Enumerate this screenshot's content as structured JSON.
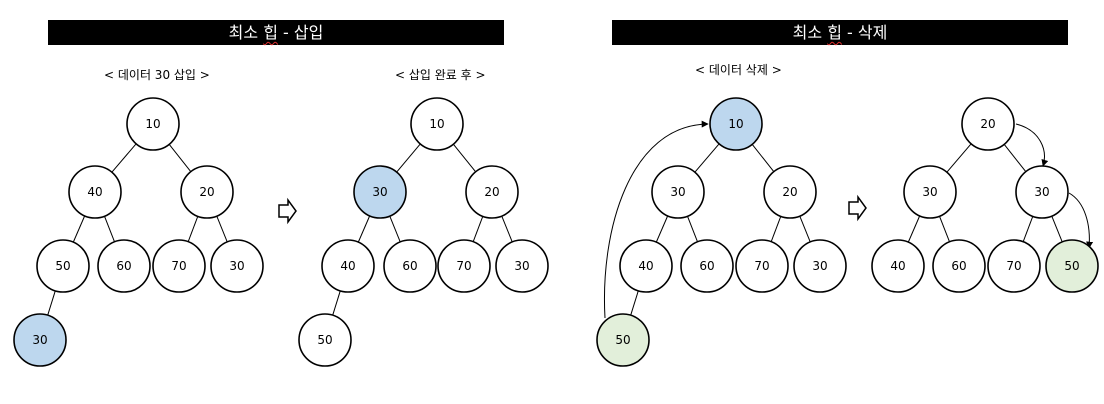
{
  "colors": {
    "plain": "#ffffff",
    "highlight_blue": "#bdd7ee",
    "highlight_green": "#e2efda"
  },
  "sections": [
    {
      "title_a": "최소 ",
      "title_b": "힙",
      "title_c": " - 삽입"
    },
    {
      "title_a": "최소 ",
      "title_b": "힙",
      "title_c": " - 삭제"
    }
  ],
  "captions": [
    "< 데이터 30 삽입 >",
    "< 삽입 완료 후 >",
    "< 데이터 삭제 >"
  ],
  "trees": [
    {
      "name": "insert-before",
      "nodes": [
        {
          "label": "10",
          "hl": ""
        },
        {
          "label": "40",
          "hl": ""
        },
        {
          "label": "20",
          "hl": ""
        },
        {
          "label": "50",
          "hl": ""
        },
        {
          "label": "60",
          "hl": ""
        },
        {
          "label": "70",
          "hl": ""
        },
        {
          "label": "30",
          "hl": ""
        },
        {
          "label": "30",
          "hl": "blue"
        }
      ]
    },
    {
      "name": "insert-after",
      "nodes": [
        {
          "label": "10",
          "hl": ""
        },
        {
          "label": "30",
          "hl": "blue"
        },
        {
          "label": "20",
          "hl": ""
        },
        {
          "label": "40",
          "hl": ""
        },
        {
          "label": "60",
          "hl": ""
        },
        {
          "label": "70",
          "hl": ""
        },
        {
          "label": "30",
          "hl": ""
        },
        {
          "label": "50",
          "hl": ""
        }
      ]
    },
    {
      "name": "delete-before",
      "nodes": [
        {
          "label": "10",
          "hl": "blue"
        },
        {
          "label": "30",
          "hl": ""
        },
        {
          "label": "20",
          "hl": ""
        },
        {
          "label": "40",
          "hl": ""
        },
        {
          "label": "60",
          "hl": ""
        },
        {
          "label": "70",
          "hl": ""
        },
        {
          "label": "30",
          "hl": ""
        },
        {
          "label": "50",
          "hl": "green"
        }
      ]
    },
    {
      "name": "delete-after",
      "nodes": [
        {
          "label": "20",
          "hl": ""
        },
        {
          "label": "30",
          "hl": ""
        },
        {
          "label": "30",
          "hl": ""
        },
        {
          "label": "40",
          "hl": ""
        },
        {
          "label": "60",
          "hl": ""
        },
        {
          "label": "70",
          "hl": ""
        },
        {
          "label": "50",
          "hl": "green"
        }
      ]
    }
  ]
}
